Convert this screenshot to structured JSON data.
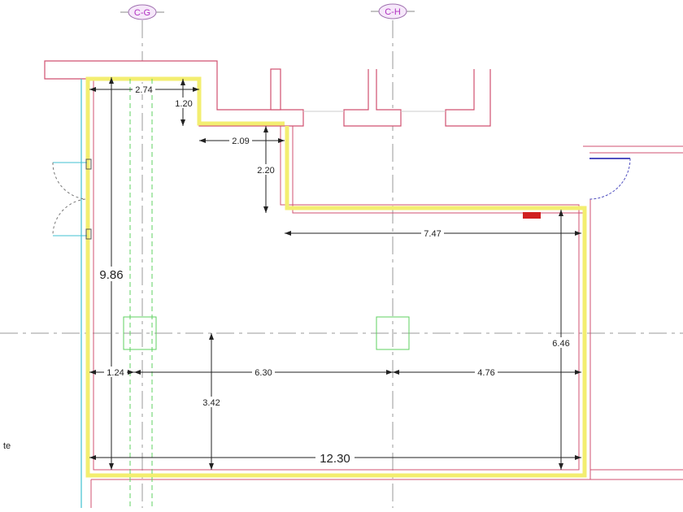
{
  "grid_bubbles": {
    "left": "C-G",
    "right": "C-H"
  },
  "dimensions": {
    "d_2_74": "2.74",
    "d_1_20": "1.20",
    "d_2_09": "2.09",
    "d_2_20": "2.20",
    "d_7_47": "7.47",
    "d_6_46": "6.46",
    "d_9_86": "9.86",
    "d_3_42": "3.42",
    "d_1_24": "1.24",
    "d_6_30": "6.30",
    "d_4_76": "4.76",
    "d_12_30": "12.30"
  },
  "side_label": "te",
  "colors": {
    "wall": "#d05070",
    "finish": "#f3ee70",
    "grid": "#b030c0",
    "column": "#5fd060",
    "glazing": "#40c0d0"
  }
}
